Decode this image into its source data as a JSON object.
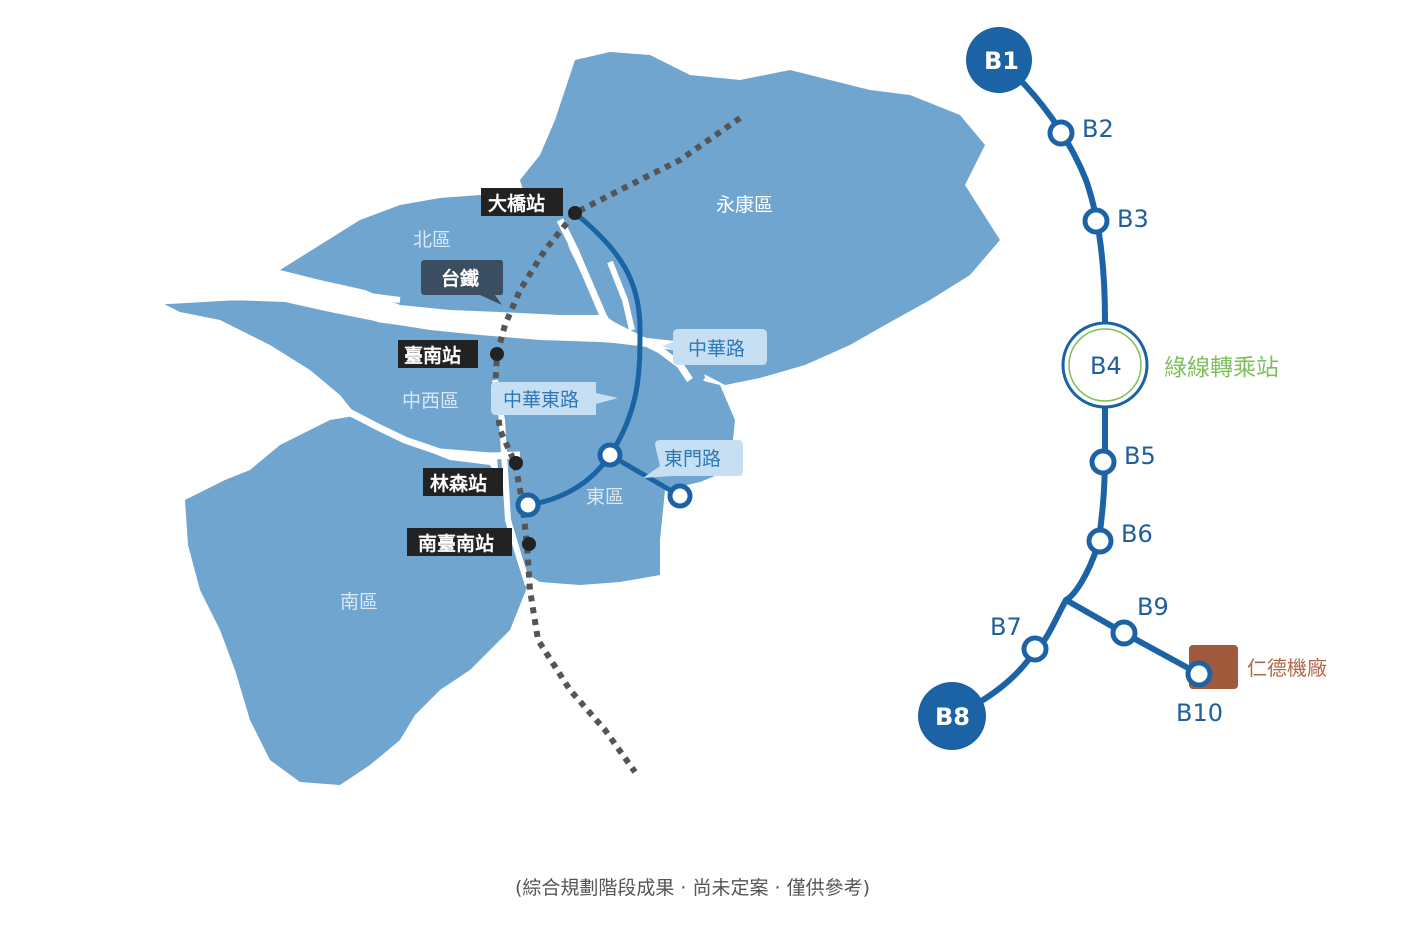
{
  "colors": {
    "land": "#6fa5cf",
    "line_blue": "#1c63a6",
    "tra_dots": "#555555",
    "station_tag_bg": "#222222",
    "rail_tag_bg": "#3b4d61",
    "road_tag_bg": "#c6dff3",
    "green_transfer": "#7dbf5e",
    "depot": "#a0593a"
  },
  "map": {
    "districts": {
      "north": "北區",
      "yongkang": "永康區",
      "west_central": "中西區",
      "east": "東區",
      "south": "南區"
    },
    "tra_label": "台鐵",
    "tra_stations": [
      "大橋站",
      "臺南站",
      "林森站",
      "南臺南站"
    ],
    "roads": [
      "中華路",
      "中華東路",
      "東門路"
    ]
  },
  "line": {
    "stations": [
      "B1",
      "B2",
      "B3",
      "B4",
      "B5",
      "B6",
      "B7",
      "B8",
      "B9",
      "B10"
    ],
    "transfer_label": "綠線轉乘站",
    "depot_label": "仁德機廠"
  },
  "caption": "(綜合規劃階段成果 · 尚未定案 · 僅供參考)"
}
